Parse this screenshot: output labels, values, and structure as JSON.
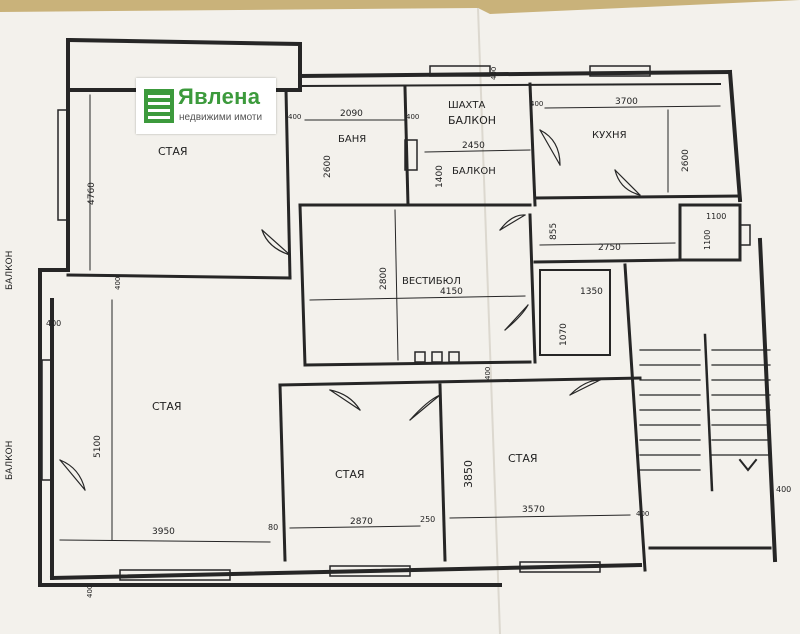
{
  "logo": {
    "name": "Явлена",
    "subtitle": "недвижими имоти"
  },
  "rooms": {
    "stai": "СТАЯ",
    "banya": "БАНЯ",
    "kuhnya": "КУХНЯ",
    "vestibyul": "ВЕСТИБЮЛ",
    "shahta": "ШАХТА",
    "balkon": "БАЛКОН"
  },
  "dims": {
    "d2090": "2090",
    "d2450": "2450",
    "d3700": "3700",
    "d2600": "2600",
    "d4760": "4760",
    "d1400": "1400",
    "d2800": "2800",
    "d4150": "4150",
    "d2750": "2750",
    "d855": "855",
    "d1350": "1350",
    "d1070": "1070",
    "d1100": "1100",
    "d5100": "5100",
    "d3950": "3950",
    "d80": "80",
    "d2870": "2870",
    "d250": "250",
    "d3570": "3570",
    "d3850": "3850",
    "d400": "400"
  }
}
